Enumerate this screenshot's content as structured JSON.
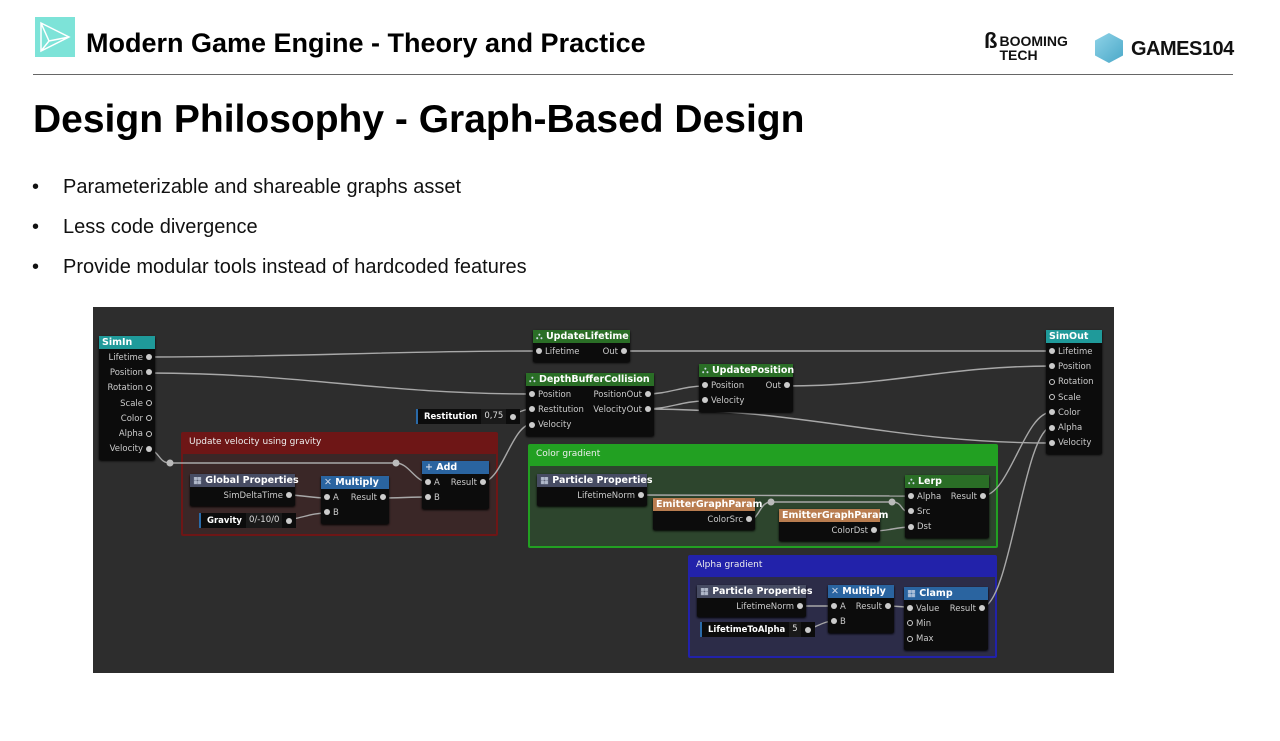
{
  "header": {
    "course_title": "Modern Game Engine - Theory and Practice",
    "brand_booming": "BOOMING TECH",
    "brand_games": "GAMES104"
  },
  "slide": {
    "title": "Design Philosophy - Graph-Based Design",
    "bullets": [
      "Parameterizable and shareable graphs asset",
      "Less code divergence",
      "Provide modular tools instead of hardcoded features"
    ]
  },
  "graph": {
    "groups": [
      {
        "id": "red",
        "label": "Update velocity using gravity",
        "color": "#6e1616"
      },
      {
        "id": "green",
        "label": "Color gradient",
        "color": "#22a022"
      },
      {
        "id": "blue",
        "label": "Alpha gradient",
        "color": "#2222aa"
      }
    ],
    "params": [
      {
        "id": "restitution",
        "label": "Restitution",
        "value": "0,75"
      },
      {
        "id": "gravity",
        "label": "Gravity",
        "value": "0/-10/0"
      },
      {
        "id": "lifetimetoalpha",
        "label": "LifetimeToAlpha",
        "value": "5"
      }
    ],
    "nodes": [
      {
        "id": "simin",
        "title": "SimIn",
        "kind": "io",
        "icon": "",
        "rows": [
          {
            "out": "Lifetime"
          },
          {
            "out": "Position"
          },
          {
            "out": "Rotation",
            "out_hollow": true
          },
          {
            "out": "Scale",
            "out_hollow": true
          },
          {
            "out": "Color",
            "out_hollow": true
          },
          {
            "out": "Alpha",
            "out_hollow": true
          },
          {
            "out": "Velocity"
          }
        ]
      },
      {
        "id": "updatelifetime",
        "title": "UpdateLifetime",
        "kind": "graph",
        "icon": "tree-icon",
        "rows": [
          {
            "in": "Lifetime",
            "out": "Out"
          }
        ]
      },
      {
        "id": "depthbuffer",
        "title": "DepthBufferCollision",
        "kind": "graph",
        "icon": "tree-icon",
        "rows": [
          {
            "in": "Position",
            "out": "PositionOut"
          },
          {
            "in": "Restitution",
            "out": "VelocityOut"
          },
          {
            "in": "Velocity"
          }
        ]
      },
      {
        "id": "updateposition",
        "title": "UpdatePosition",
        "kind": "graph",
        "icon": "tree-icon",
        "rows": [
          {
            "in": "Position",
            "out": "Out"
          },
          {
            "in": "Velocity"
          }
        ]
      },
      {
        "id": "simout",
        "title": "SimOut",
        "kind": "io",
        "icon": "",
        "rows": [
          {
            "in": "Lifetime"
          },
          {
            "in": "Position"
          },
          {
            "in": "Rotation",
            "in_hollow": true
          },
          {
            "in": "Scale",
            "in_hollow": true
          },
          {
            "in": "Color"
          },
          {
            "in": "Alpha"
          },
          {
            "in": "Velocity"
          }
        ]
      },
      {
        "id": "globalprops",
        "title": "Global Properties",
        "kind": "props",
        "icon": "calculator-icon",
        "rows": [
          {
            "out": "SimDeltaTime"
          }
        ]
      },
      {
        "id": "multiply1",
        "title": "Multiply",
        "kind": "math",
        "icon": "multiply-icon",
        "rows": [
          {
            "in": "A",
            "out": "Result"
          },
          {
            "in": "B"
          }
        ]
      },
      {
        "id": "add",
        "title": "Add",
        "kind": "math",
        "icon": "plus-icon",
        "rows": [
          {
            "in": "A",
            "out": "Result"
          },
          {
            "in": "B"
          }
        ]
      },
      {
        "id": "particleprops1",
        "title": "Particle Properties",
        "kind": "props",
        "icon": "calculator-icon",
        "rows": [
          {
            "out": "LifetimeNorm"
          }
        ]
      },
      {
        "id": "emitterparam1",
        "title": "EmitterGraphParam",
        "kind": "param",
        "icon": "",
        "rows": [
          {
            "out": "ColorSrc"
          }
        ]
      },
      {
        "id": "emitterparam2",
        "title": "EmitterGraphParam",
        "kind": "param",
        "icon": "",
        "rows": [
          {
            "out": "ColorDst"
          }
        ]
      },
      {
        "id": "lerp",
        "title": "Lerp",
        "kind": "graph",
        "icon": "tree-icon",
        "rows": [
          {
            "in": "Alpha",
            "out": "Result"
          },
          {
            "in": "Src"
          },
          {
            "in": "Dst"
          }
        ]
      },
      {
        "id": "particleprops2",
        "title": "Particle Properties",
        "kind": "props",
        "icon": "calculator-icon",
        "rows": [
          {
            "out": "LifetimeNorm"
          }
        ]
      },
      {
        "id": "multiply2",
        "title": "Multiply",
        "kind": "math",
        "icon": "multiply-icon",
        "rows": [
          {
            "in": "A",
            "out": "Result"
          },
          {
            "in": "B"
          }
        ]
      },
      {
        "id": "clamp",
        "title": "Clamp",
        "kind": "math",
        "icon": "calculator-icon",
        "rows": [
          {
            "in": "Value",
            "out": "Result"
          },
          {
            "in": "Min",
            "in_hollow": true
          },
          {
            "in": "Max",
            "in_hollow": true
          }
        ]
      }
    ],
    "colors": {
      "io": "#1f9a9a",
      "graph": "#2a6e26",
      "math": "#2a64a0",
      "props": "#474c63",
      "param": "#b97d50"
    }
  }
}
